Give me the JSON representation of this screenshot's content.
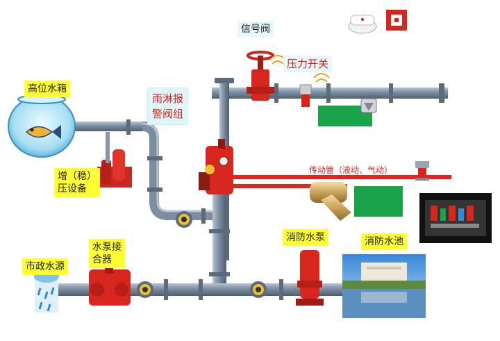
{
  "labels": {
    "tank": "高位水箱",
    "pressurizer": "增（稳）\n压设备",
    "city_water": "市政水源",
    "pump_adapter": "水泵接\n合器",
    "deluge_valve": "雨淋报\n警阀组",
    "signal_valve": "信号阀",
    "pressure_switch": "压力开关",
    "fire_pump": "消防水泵",
    "fire_pool": "消防水池",
    "transmission_pipe": "传动管（液动、气动）"
  },
  "colors": {
    "pipe": "#8796a8",
    "pipe_dark": "#5b6b7e",
    "red_pipe": "#e0261f",
    "label_yellow": "#ffff33",
    "label_red": "#d7261e",
    "green": "#1aa34a"
  }
}
